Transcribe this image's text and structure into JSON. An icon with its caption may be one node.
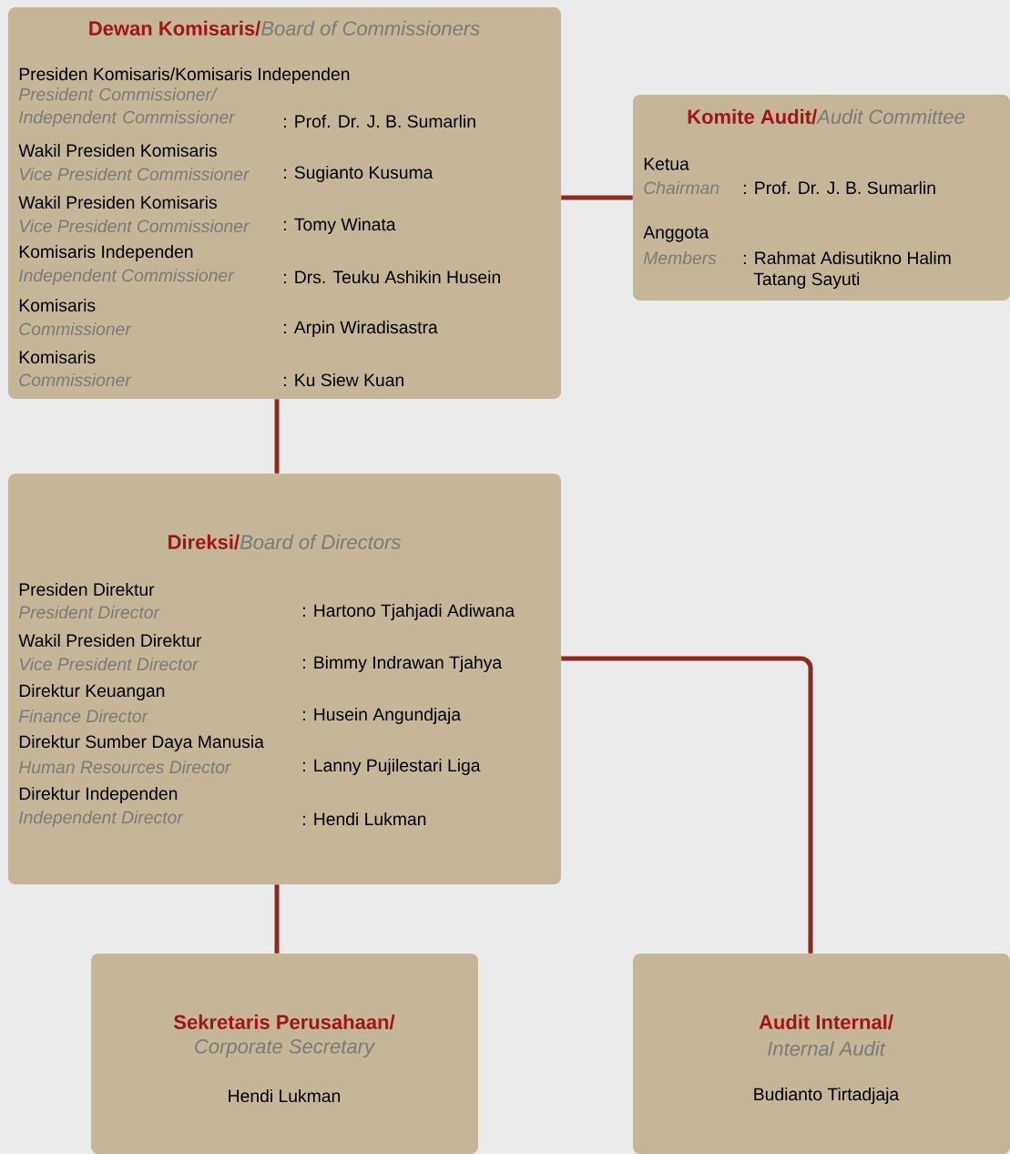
{
  "diagram": {
    "nodes": [
      {
        "text": [
          "Dewan Komisaris/",
          "Board of Commissioners",
          "Presiden Komisaris/Komisaris Independen",
          "President Commissioner/ Independent Commissioner",
          ": Prof. Dr. J. B. Sumarlin",
          "Wakil Presiden Komisaris",
          "Vice President Commissioner",
          ": Sugianto Kusuma",
          "Wakil Presiden Komisaris",
          "Vice President Commissioner",
          ": Tomy Winata",
          "Komisaris Independen",
          "Independent Commissioner",
          ": Drs. Teuku Ashikin Husein",
          "Komisaris",
          "Commissioner",
          ": Arpin Wiradisastra",
          "Komisaris",
          "Commissioner",
          ": Ku Siew Kuan"
        ]
      },
      {
        "text": [
          "Komite Audit/",
          "Audit Committee",
          "Ketua",
          "Chairman",
          ": Prof. Dr. J. B. Sumarlin",
          "Anggota",
          "Members",
          ": Rahmat Adisutikno Halim",
          "Tatang Sayuti"
        ]
      },
      {
        "text": [
          "Direksi/",
          "Board of Directors",
          "Presiden Direktur",
          "President Director",
          ": Hartono Tjahjadi Adiwana",
          "Wakil Presiden Direktur",
          "Vice President Director",
          ": Bimmy Indrawan Tjahya",
          "Direktur Keuangan",
          "Finance Director",
          ": Husein Angundjaja",
          "Direktur Sumber Daya Manusia",
          "Human Resources Director",
          ": Lanny Pujilestari Liga",
          "Direktur Independen",
          "Independent Director",
          ": Hendi Lukman"
        ]
      },
      {
        "text": [
          "Sekretaris Perusahaan/",
          "Corporate Secretary",
          "Hendi Lukman"
        ]
      },
      {
        "text": [
          "Audit Internal/",
          "Internal Audit",
          "Budianto Tirtadjaja"
        ]
      }
    ],
    "edges": [
      {
        "from": 0,
        "to": 1,
        "arrow": "none"
      },
      {
        "from": 0,
        "to": 2,
        "arrow": "none"
      },
      {
        "from": 2,
        "to": 3,
        "arrow": "none"
      },
      {
        "from": 2,
        "to": 4,
        "arrow": "none"
      }
    ]
  }
}
